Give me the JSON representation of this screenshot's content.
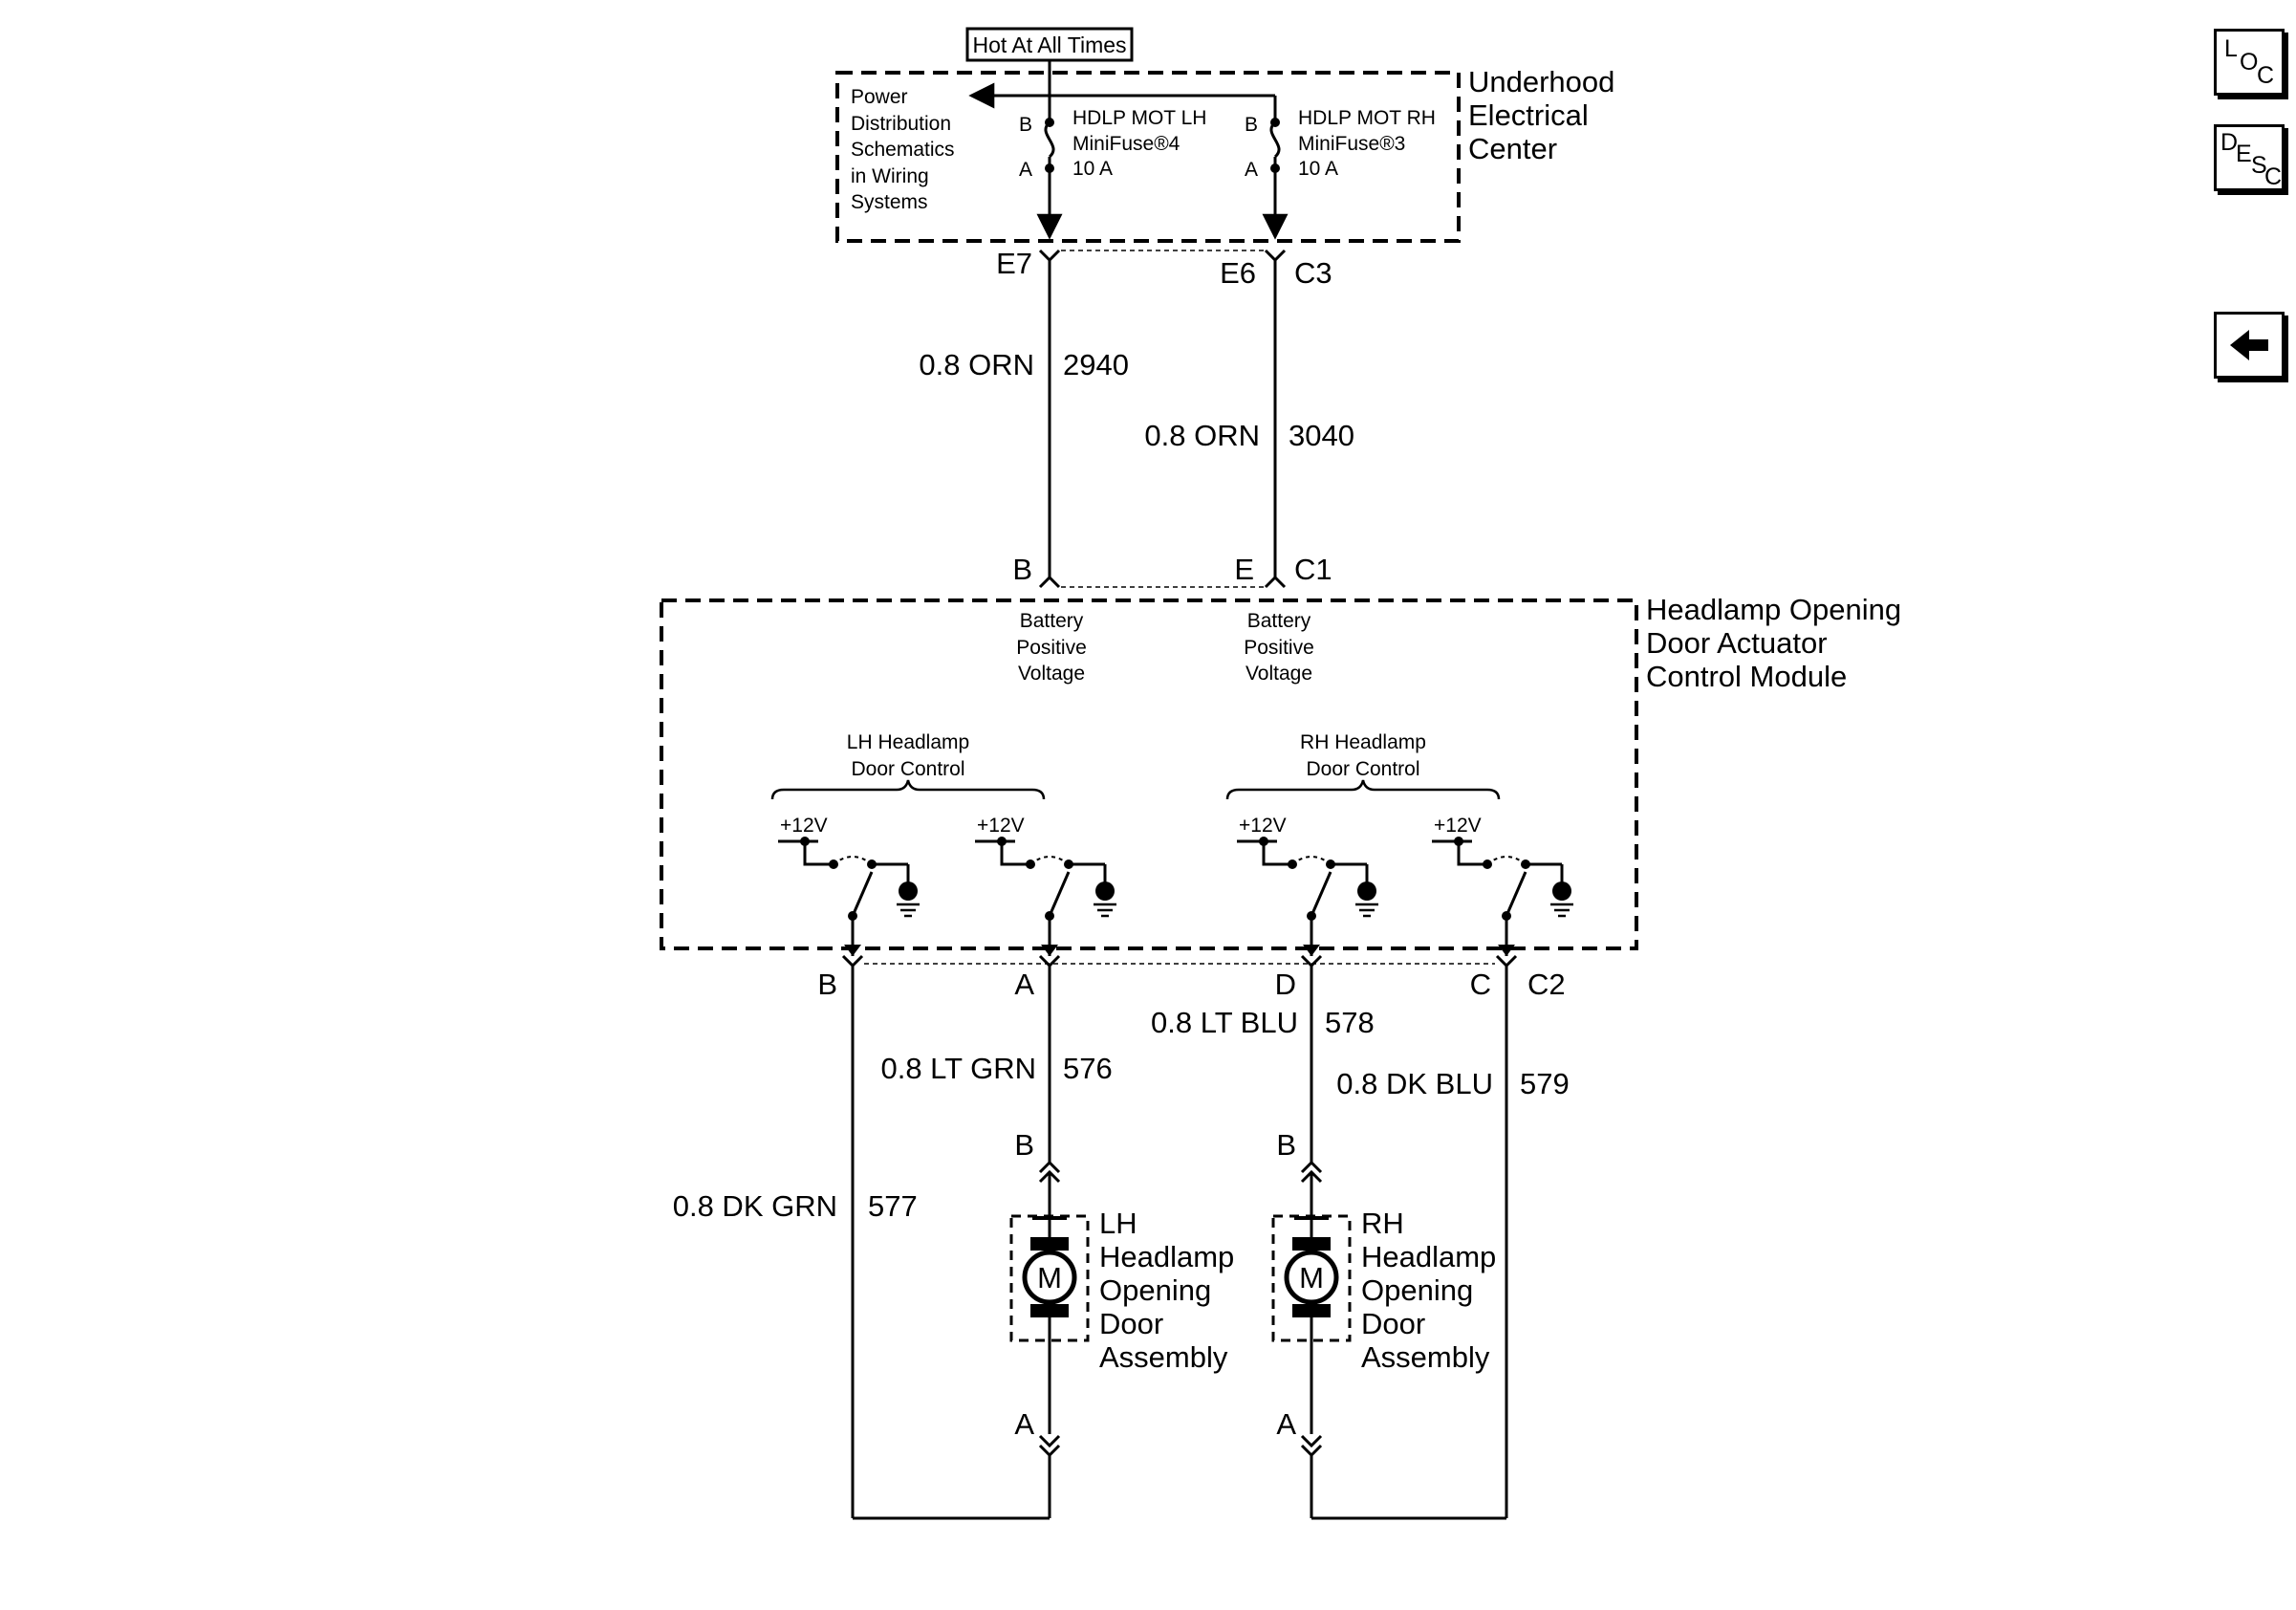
{
  "source": {
    "label": "Hot At All Times",
    "power_distribution_ref": [
      "Power",
      "Distribution",
      "Schematics",
      "in Wiring",
      "Systems"
    ]
  },
  "underhood": {
    "name": [
      "Underhood",
      "Electrical",
      "Center"
    ],
    "fuse_lh": {
      "lines": [
        "HDLP MOT LH",
        "MiniFuse®4",
        "10 A"
      ],
      "pin_top": "B",
      "pin_bottom": "A"
    },
    "fuse_rh": {
      "lines": [
        "HDLP MOT RH",
        "MiniFuse®3",
        "10 A"
      ],
      "pin_top": "B",
      "pin_bottom": "A"
    },
    "connector": {
      "pin_lh": "E7",
      "pin_rh": "E6",
      "name": "C3"
    }
  },
  "feed_wires": {
    "lh": {
      "gauge_color": "0.8 ORN",
      "circuit": "2940"
    },
    "rh": {
      "gauge_color": "0.8 ORN",
      "circuit": "3040"
    }
  },
  "module": {
    "name": [
      "Headlamp Opening",
      "Door Actuator",
      "Control Module"
    ],
    "connector_top": {
      "pin_lh": "B",
      "pin_rh": "E",
      "name": "C1"
    },
    "battery_label": [
      "Battery",
      "Positive",
      "Voltage"
    ],
    "lh_control": [
      "LH Headlamp",
      "Door Control"
    ],
    "rh_control": [
      "RH Headlamp",
      "Door Control"
    ],
    "supply_label": "+12V",
    "connector_bottom": {
      "pin_1": "B",
      "pin_2": "A",
      "pin_3": "D",
      "pin_4": "C",
      "name": "C2"
    }
  },
  "output_wires": {
    "w576": {
      "gauge_color": "0.8 LT GRN",
      "circuit": "576"
    },
    "w577": {
      "gauge_color": "0.8 DK GRN",
      "circuit": "577"
    },
    "w578": {
      "gauge_color": "0.8 LT BLU",
      "circuit": "578"
    },
    "w579": {
      "gauge_color": "0.8 DK BLU",
      "circuit": "579"
    }
  },
  "motors": {
    "symbol": "M",
    "lh": {
      "pin_top": "B",
      "pin_bottom": "A",
      "label": [
        "LH",
        "Headlamp",
        "Opening",
        "Door",
        "Assembly"
      ]
    },
    "rh": {
      "pin_top": "B",
      "pin_bottom": "A",
      "label": [
        "RH",
        "Headlamp",
        "Opening",
        "Door",
        "Assembly"
      ]
    }
  },
  "nav": {
    "loc": [
      "L",
      "O",
      "C"
    ],
    "desc": [
      "D",
      "E",
      "S",
      "C"
    ],
    "back_icon": "left-arrow-icon"
  }
}
